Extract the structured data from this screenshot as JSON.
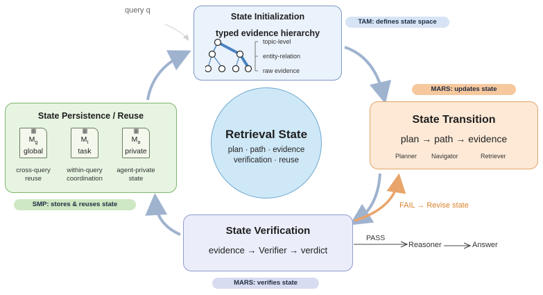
{
  "query_label": "query q",
  "init": {
    "title1": "State Initialization",
    "title2": "typed evidence hierarchy",
    "levels": [
      "topic-level",
      "entity-relation",
      "raw evidence"
    ]
  },
  "tam_pill": "TAM: defines state space",
  "mars_update_pill": "MARS: updates state",
  "transition": {
    "title": "State Transition",
    "flow": "plan → path → evidence",
    "agents": [
      "Planner",
      "Navigator",
      "Retriever"
    ]
  },
  "center": {
    "title": "Retrieval State",
    "line1": "plan · path · evidence",
    "line2": "verification · reuse"
  },
  "persistence": {
    "title": "State Persistence / Reuse",
    "memories": [
      {
        "symbol": "M",
        "sub": "g",
        "name": "global",
        "caption1": "cross-query",
        "caption2": "reuse"
      },
      {
        "symbol": "M",
        "sub": "t",
        "name": "task",
        "caption1": "within-query",
        "caption2": "coordination"
      },
      {
        "symbol": "M",
        "sub": "a",
        "name": "private",
        "caption1": "agent-private",
        "caption2": "state"
      }
    ]
  },
  "smp_pill": "SMP: stores & reuses state",
  "verification": {
    "title": "State Verification",
    "flow": "evidence → Verifier → verdict"
  },
  "mars_verify_pill": "MARS: verifies state",
  "fail_label": "FAIL → Revise state",
  "pass_label": "PASS",
  "reasoner_label": "Reasoner",
  "answer_label": "Answer",
  "colors": {
    "init_fill": "#eaf2fb",
    "transition_fill": "#fde9d6",
    "persistence_fill": "#e6f4e1",
    "verification_fill": "#ebeefa",
    "center_fill": "#cfe8f7",
    "cycle_arrow": "#9fb3cf",
    "fail_arrow": "#e9a46a",
    "fail_text": "#d9822b"
  }
}
